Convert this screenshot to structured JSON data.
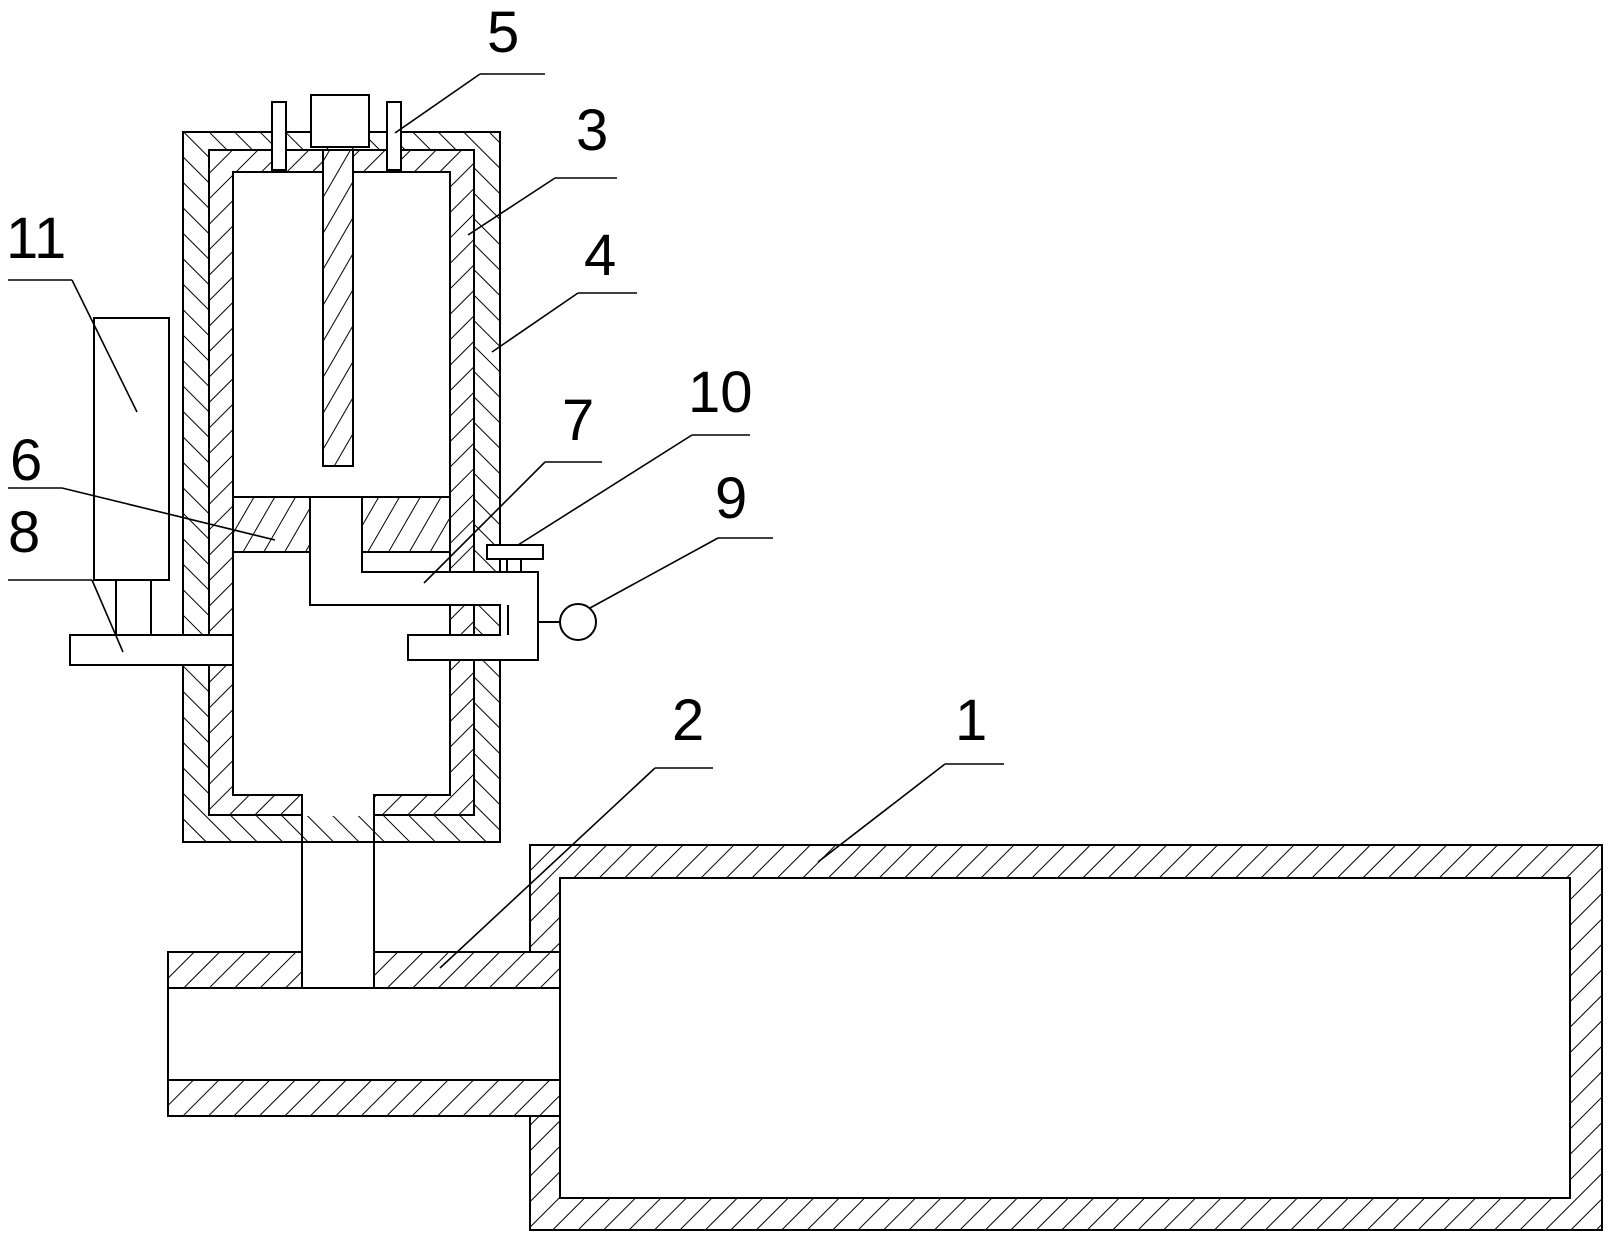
{
  "callouts": [
    {
      "label": "5"
    },
    {
      "label": "3"
    },
    {
      "label": "11"
    },
    {
      "label": "4"
    },
    {
      "label": "10"
    },
    {
      "label": "7"
    },
    {
      "label": "6"
    },
    {
      "label": "9"
    },
    {
      "label": "8"
    },
    {
      "label": "2"
    },
    {
      "label": "1"
    }
  ],
  "colors": {
    "line": "#000000",
    "background": "#ffffff"
  }
}
